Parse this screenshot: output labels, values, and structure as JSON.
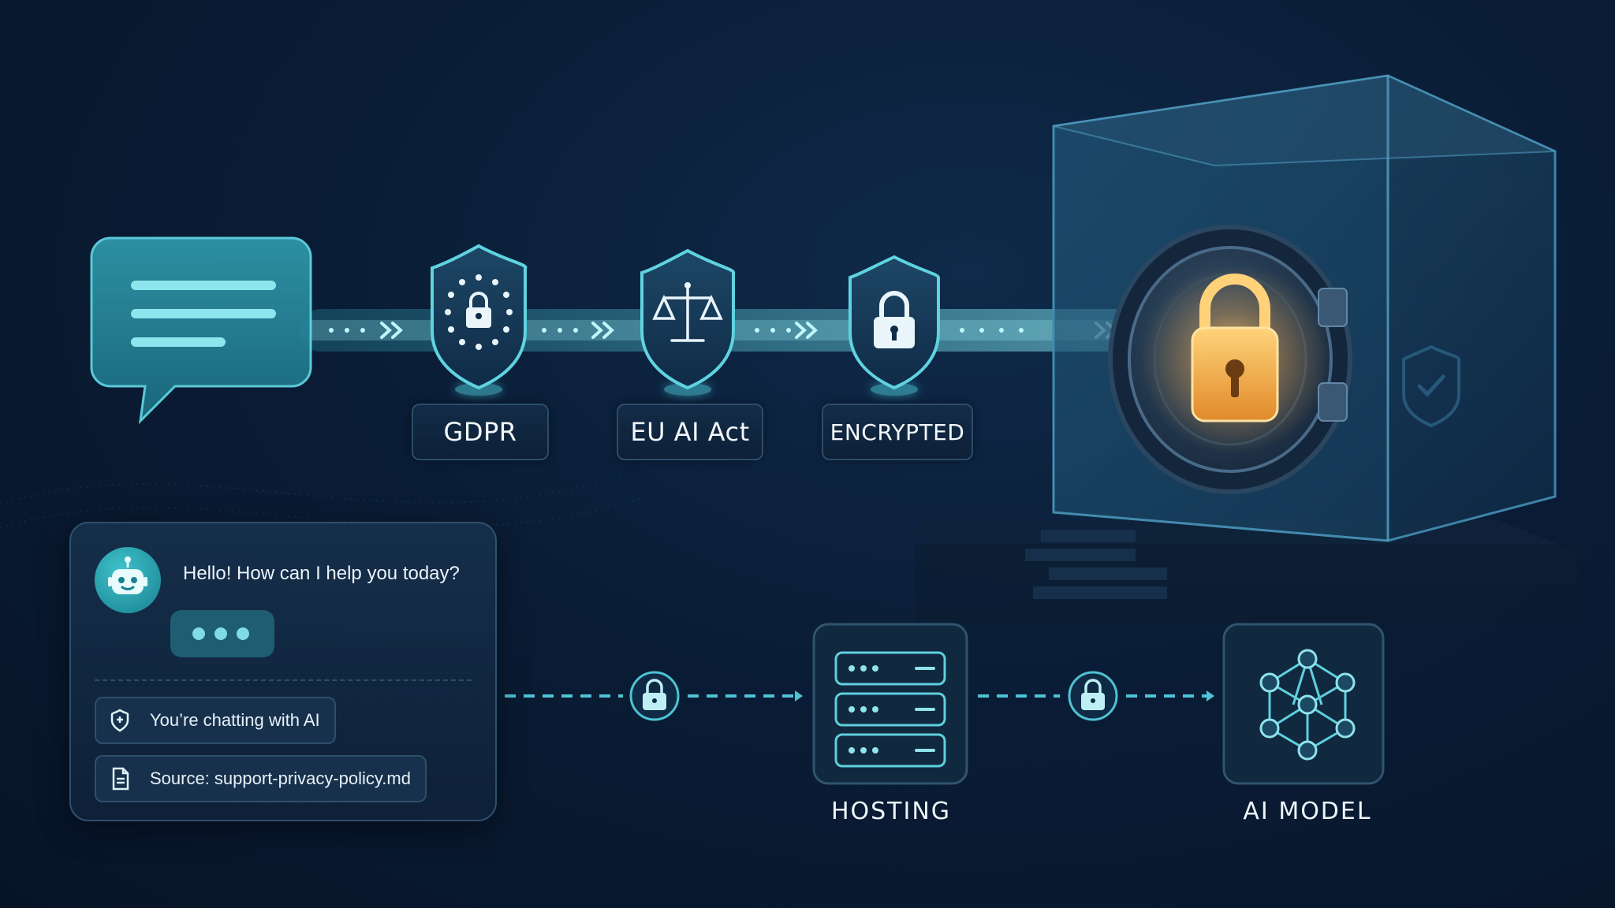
{
  "compliance": {
    "gdpr": "GDPR",
    "eu_ai_act": "EU AI Act",
    "encrypted": "ENCRYPTED"
  },
  "pipeline": {
    "hosting": "HOSTING",
    "ai_model": "AI MODEL"
  },
  "chat": {
    "greeting": "Hello! How can I help you today?",
    "ai_notice": "You’re chatting with AI",
    "source": "Source: support-privacy-policy.md"
  },
  "icons": {
    "chat": "chat-bubble-icon",
    "gdpr": "eu-shield-lock-icon",
    "act": "scales-shield-icon",
    "encrypted": "lock-shield-icon",
    "vault": "vault-padlock-icon",
    "bot": "robot-icon",
    "hosting": "server-icon",
    "model": "neural-network-icon"
  },
  "colors": {
    "accent": "#4fd1e0",
    "glow": "#7fe8f2",
    "lock": "#f5b24a",
    "background": "#0a1d36"
  }
}
